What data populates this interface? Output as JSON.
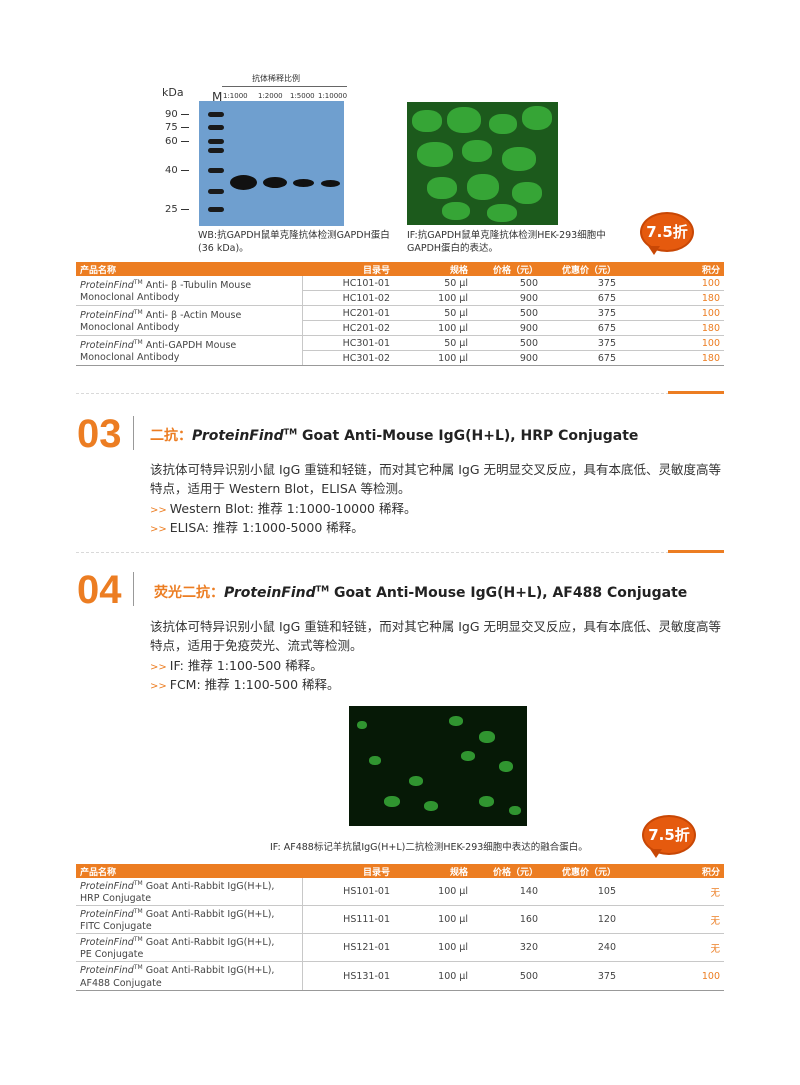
{
  "wb": {
    "dilution_title": "抗体稀释比例",
    "kda_label": "kDa",
    "marker_label": "M",
    "dilutions": [
      "1:1000",
      "1:2000",
      "1:5000",
      "1:10000"
    ],
    "mw_markers": [
      "90",
      "75",
      "60",
      "40",
      "25"
    ],
    "caption": "WB:抗GAPDH鼠单克隆抗体检测GAPDH蛋白(36 kDa)。"
  },
  "if1": {
    "caption": "IF:抗GAPDH鼠单克隆抗体检测HEK-293细胞中GAPDH蛋白的表达。"
  },
  "badge_text": "7.5折",
  "table1": {
    "headers": [
      "产品名称",
      "目录号",
      "规格",
      "价格（元）",
      "优惠价（元）",
      "积分"
    ],
    "products": [
      {
        "brand": "ProteinFind",
        "tm": "TM",
        "name_rest": " Anti- β -Tubulin Mouse",
        "name_line2": "Monoclonal Antibody",
        "rows": [
          [
            "HC101-01",
            "50 μl",
            "500",
            "375",
            "100"
          ],
          [
            "HC101-02",
            "100 μl",
            "900",
            "675",
            "180"
          ]
        ]
      },
      {
        "brand": "ProteinFind",
        "tm": "TM",
        "name_rest": " Anti- β -Actin Mouse",
        "name_line2": "Monoclonal Antibody",
        "rows": [
          [
            "HC201-01",
            "50 μl",
            "500",
            "375",
            "100"
          ],
          [
            "HC201-02",
            "100 μl",
            "900",
            "675",
            "180"
          ]
        ]
      },
      {
        "brand": "ProteinFind",
        "tm": "TM",
        "name_rest": " Anti-GAPDH Mouse",
        "name_line2": "Monoclonal Antibody",
        "rows": [
          [
            "HC301-01",
            "50 μl",
            "500",
            "375",
            "100"
          ],
          [
            "HC301-02",
            "100 μl",
            "900",
            "675",
            "180"
          ]
        ]
      }
    ]
  },
  "section03": {
    "number": "03",
    "title_cn": "二抗：",
    "title_brand": "ProteinFind",
    "title_tm": "TM",
    "title_rest": " Goat Anti-Mouse IgG(H+L), HRP Conjugate",
    "desc": "该抗体可特异识别小鼠 IgG 重链和轻链，而对其它种属 IgG 无明显交叉反应，具有本底低、灵敏度高等特点，适用于 Western Blot，ELISA 等检测。",
    "bullets": [
      "Western Blot: 推荐 1:1000-10000 稀释。",
      "ELISA: 推荐 1:1000-5000 稀释。"
    ],
    "bullet_marker": ">>"
  },
  "section04": {
    "number": "04",
    "title_cn": "荧光二抗：",
    "title_brand": "ProteinFind",
    "title_tm": "TM",
    "title_rest": " Goat Anti-Mouse IgG(H+L), AF488 Conjugate",
    "desc": "该抗体可特异识别小鼠 IgG 重链和轻链，而对其它种属 IgG 无明显交叉反应，具有本底低、灵敏度高等特点，适用于免疫荧光、流式等检测。",
    "bullets": [
      "IF: 推荐 1:100-500 稀释。",
      "FCM: 推荐 1:100-500 稀释。"
    ],
    "bullet_marker": ">>"
  },
  "if2": {
    "caption": "IF: AF488标记羊抗鼠IgG(H+L)二抗检测HEK-293细胞中表达的融合蛋白。"
  },
  "table2": {
    "headers": [
      "产品名称",
      "目录号",
      "规格",
      "价格（元）",
      "优惠价（元）",
      "积分"
    ],
    "products": [
      {
        "brand": "ProteinFind",
        "tm": "TM",
        "name_rest": " Goat Anti-Rabbit IgG(H+L),",
        "name_line2": "HRP Conjugate",
        "row": [
          "HS101-01",
          "100 μl",
          "140",
          "105",
          "无"
        ]
      },
      {
        "brand": "ProteinFind",
        "tm": "TM",
        "name_rest": " Goat Anti-Rabbit IgG(H+L),",
        "name_line2": "FITC Conjugate",
        "row": [
          "HS111-01",
          "100 μl",
          "160",
          "120",
          "无"
        ]
      },
      {
        "brand": "ProteinFind",
        "tm": "TM",
        "name_rest": " Goat Anti-Rabbit IgG(H+L),",
        "name_line2": "PE Conjugate",
        "row": [
          "HS121-01",
          "100 μl",
          "320",
          "240",
          "无"
        ]
      },
      {
        "brand": "ProteinFind",
        "tm": "TM",
        "name_rest": " Goat Anti-Rabbit IgG(H+L),",
        "name_line2": "AF488 Conjugate",
        "row": [
          "HS131-01",
          "100 μl",
          "500",
          "375",
          "100"
        ]
      }
    ]
  },
  "colors": {
    "accent": "#ec7d22",
    "wb_membrane": "#6f9fcf",
    "fluor_green": "#3fbf3f"
  }
}
